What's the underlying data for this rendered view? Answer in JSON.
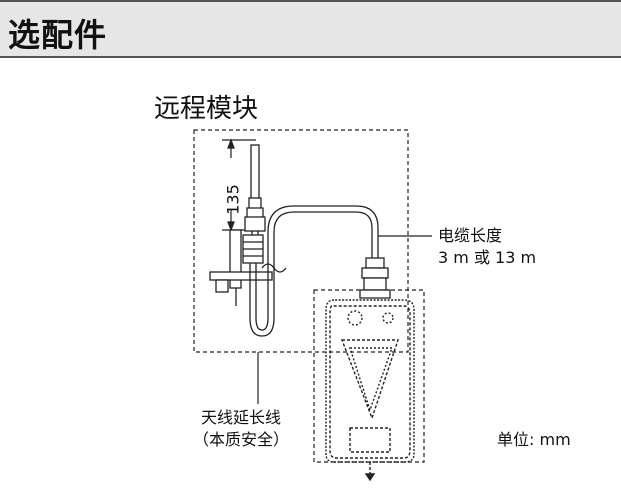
{
  "header": {
    "title": "选配件"
  },
  "diagram": {
    "module_title": "远程模块",
    "dimension": "135",
    "cable_label": {
      "line1": "电缆长度",
      "line2": "3 m 或 13 m"
    },
    "extension_label": {
      "line1": "天线延长线",
      "line2": "（本质安全）"
    },
    "unit": "单位: mm"
  }
}
